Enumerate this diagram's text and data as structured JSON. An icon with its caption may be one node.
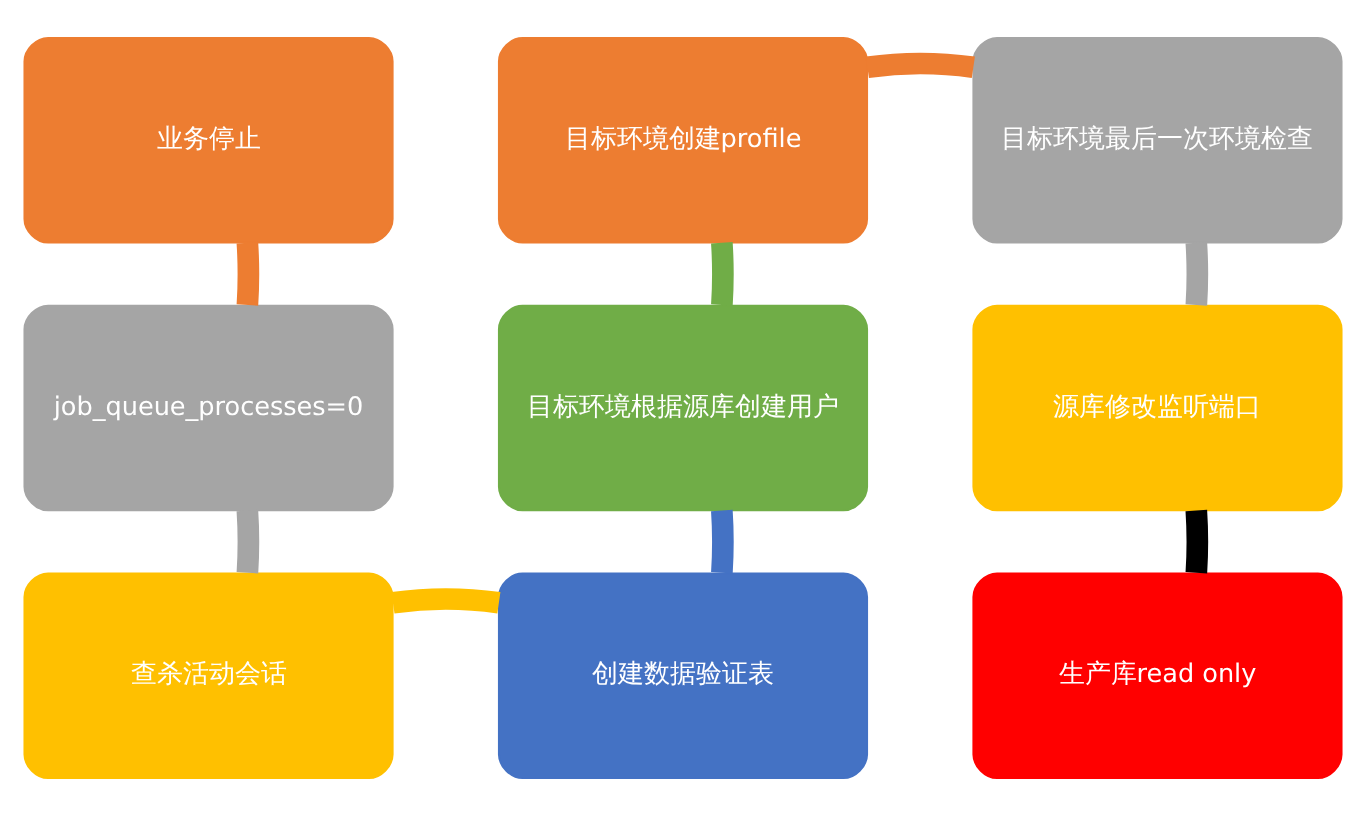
{
  "diagram": {
    "nodes": [
      {
        "text": [
          "业务停止"
        ]
      },
      {
        "text": [
          "目标环境创建profile"
        ]
      },
      {
        "text": [
          "目标环境最后一次环境检查"
        ]
      },
      {
        "text": [
          "job_queue_processes=0"
        ]
      },
      {
        "text": [
          "目标环境根据源库创建用户"
        ]
      },
      {
        "text": [
          "源库修改监听端口"
        ]
      },
      {
        "text": [
          "查杀活动会话"
        ]
      },
      {
        "text": [
          "创建数据验证表"
        ]
      },
      {
        "text": [
          "生产库read only"
        ]
      }
    ],
    "edges": [
      {
        "from": 0,
        "to": 3,
        "arrow": "none",
        "color": "#ed7d31"
      },
      {
        "from": 3,
        "to": 6,
        "arrow": "none",
        "color": "#a5a5a5"
      },
      {
        "from": 6,
        "to": 7,
        "arrow": "none",
        "color": "#ffc000"
      },
      {
        "from": 7,
        "to": 4,
        "arrow": "none",
        "color": "#4472c4"
      },
      {
        "from": 4,
        "to": 1,
        "arrow": "none",
        "color": "#70ad47"
      },
      {
        "from": 1,
        "to": 2,
        "arrow": "none",
        "color": "#ed7d31"
      },
      {
        "from": 2,
        "to": 5,
        "arrow": "none",
        "color": "#a5a5a5"
      },
      {
        "from": 5,
        "to": 8,
        "arrow": "none",
        "color": "#000000"
      }
    ]
  }
}
